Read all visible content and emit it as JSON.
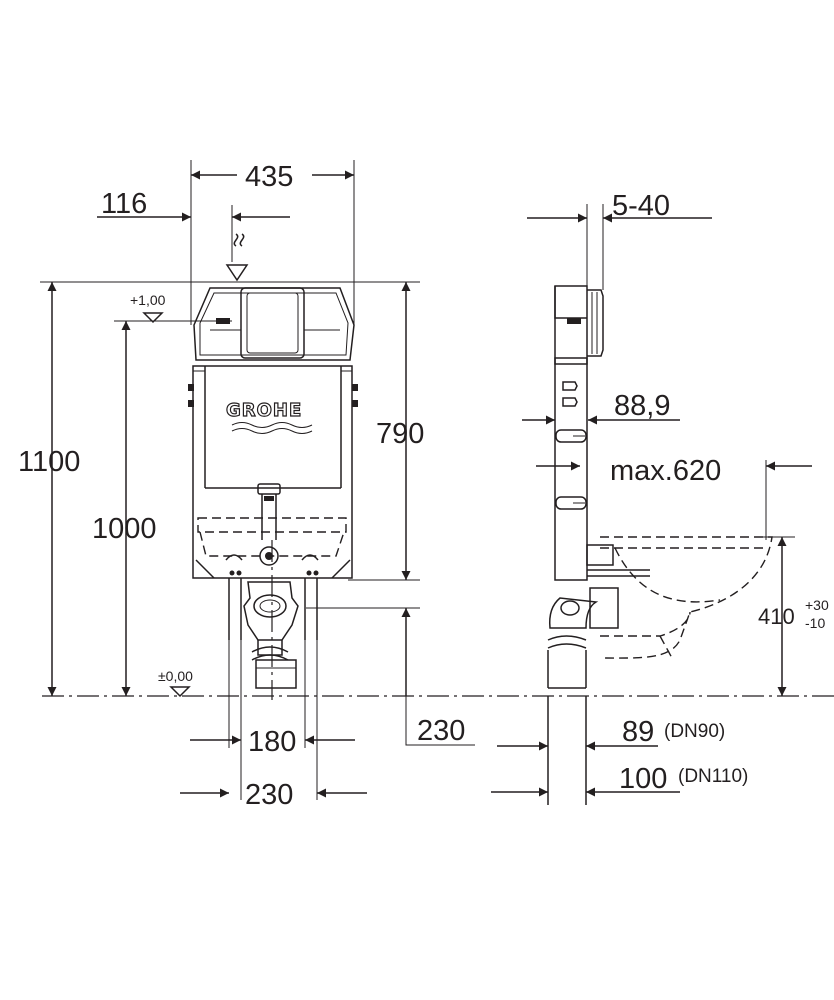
{
  "brand": {
    "logo_text": "GROHE"
  },
  "front_view": {
    "width_total": "435",
    "offset_left": "116",
    "height_total": "1100",
    "height_frame": "1000",
    "height_upper": "790",
    "height_lower": "230",
    "level_upper": "+1,00",
    "level_floor": "±0,00",
    "bottom_inner": "180",
    "bottom_outer": "230"
  },
  "side_view": {
    "depth_adjust": "5-40",
    "pipe_dim": "88,9",
    "max_depth": "max.620",
    "bowl_height": "410",
    "bowl_tol_plus": "+30",
    "bowl_tol_minus": "-10",
    "pipe_89": "89",
    "pipe_89_note": "(DN90)",
    "pipe_100": "100",
    "pipe_100_note": "(DN110)"
  },
  "colors": {
    "line": "#231f20",
    "background": "#ffffff"
  }
}
